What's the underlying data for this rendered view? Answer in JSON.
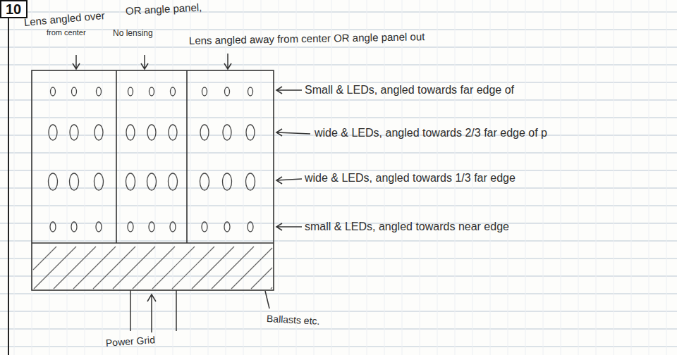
{
  "diagram": {
    "nodes": [
      {
        "text": [
          "10"
        ]
      }
    ],
    "labels": [
      "Lens angled over",
      "OR angle panel,",
      "from center",
      "No lensing",
      "Lens angled away from center OR angle panel out",
      "Small & LEDs, angled towards far edge of",
      "wide & LEDs, angled towards 2/3 far edge of p",
      "wide & LEDs, angled towards 1/3 far edge",
      "small & LEDs, angled towards near edge",
      "Ballasts etc.",
      "Power Grid"
    ]
  }
}
